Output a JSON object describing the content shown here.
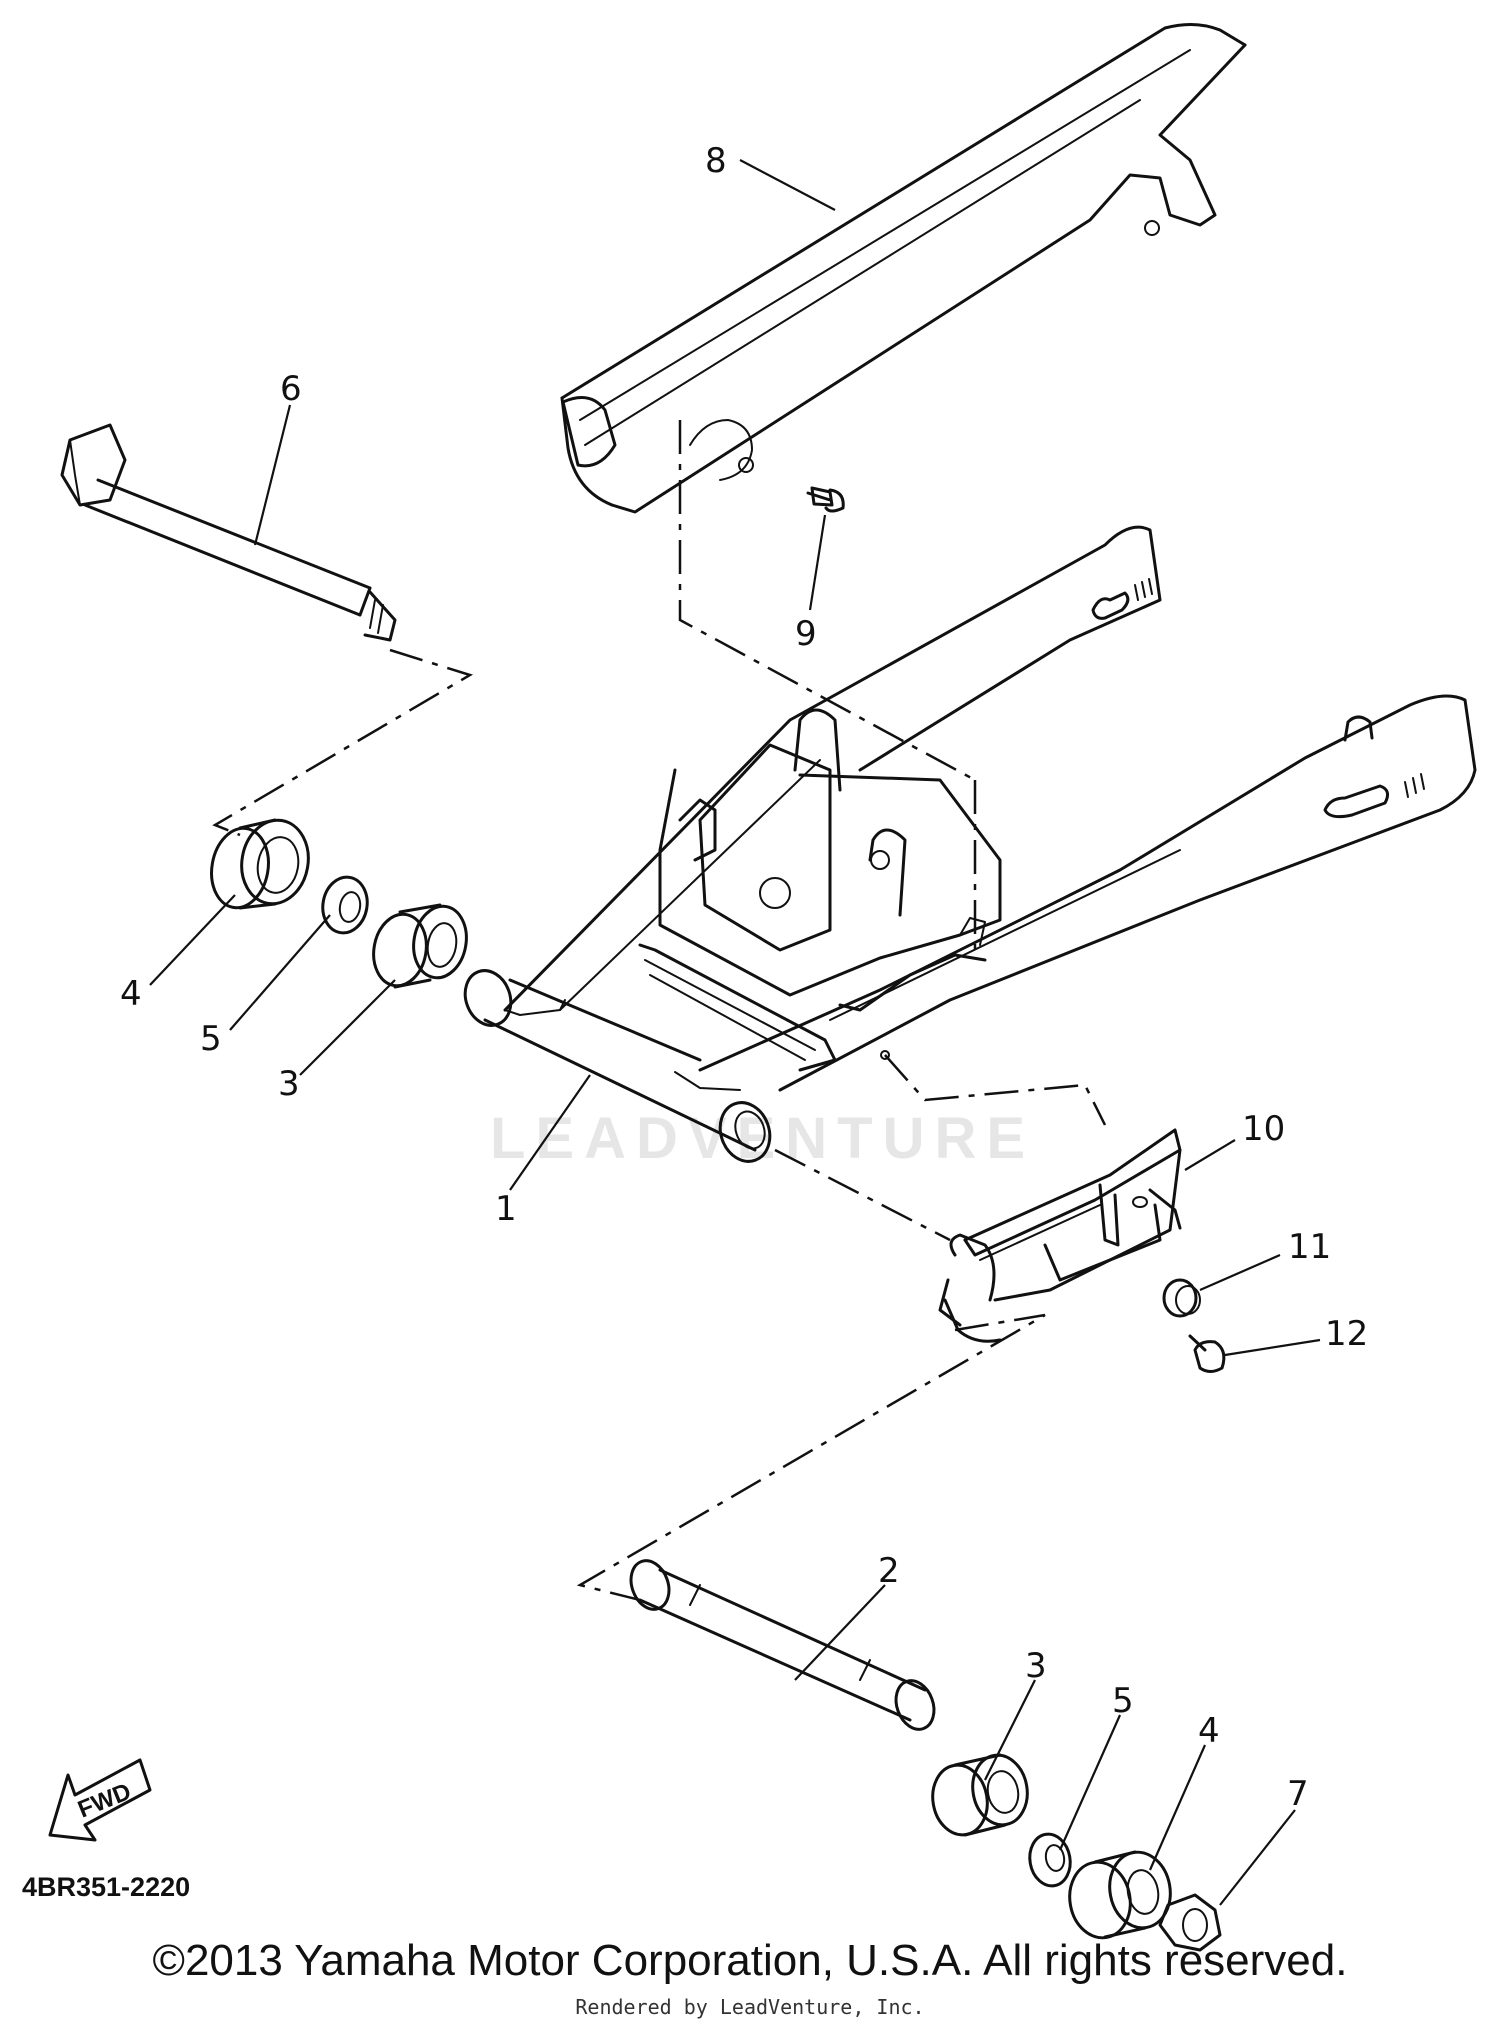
{
  "callouts": [
    "1",
    "2",
    "3",
    "3",
    "4",
    "4",
    "5",
    "5",
    "6",
    "7",
    "8",
    "9",
    "10",
    "11",
    "12"
  ],
  "watermark": "LEADVENTURE",
  "fwd_label": "FWD",
  "part_code": "4BR351-2220",
  "copyright": "©2013 Yamaha Motor Corporation, U.S.A. All rights reserved.",
  "rendered_by": "Rendered by LeadVenture, Inc."
}
